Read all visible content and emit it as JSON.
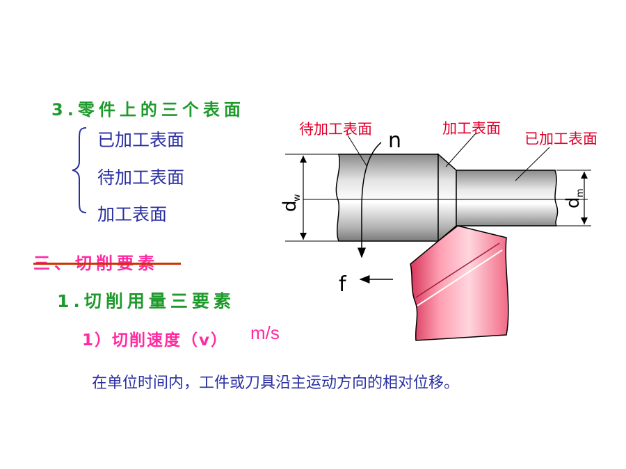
{
  "heading_surfaces": "3.零件上的三个表面",
  "surfaces_list": [
    "已加工表面",
    "待加工表面",
    "加工表面"
  ],
  "section_title": "三、切削要素",
  "subsection_title": "1.切削用量三要素",
  "item_speed": {
    "label": "1）切削速度（v）",
    "unit": "m/s"
  },
  "definition": "在单位时间内，工件或刀具沿主运动方向的相对位移。",
  "diagram": {
    "label_unmachined": "待加工表面",
    "label_transient": "加工表面",
    "label_machined": "已加工表面",
    "symbol_n": "n",
    "symbol_f": "f",
    "symbol_dw": "d",
    "symbol_dw_sub": "w",
    "symbol_dm": "d",
    "symbol_dm_sub": "m",
    "label_color": "#e0002a",
    "tool_color": "#f0657f"
  }
}
